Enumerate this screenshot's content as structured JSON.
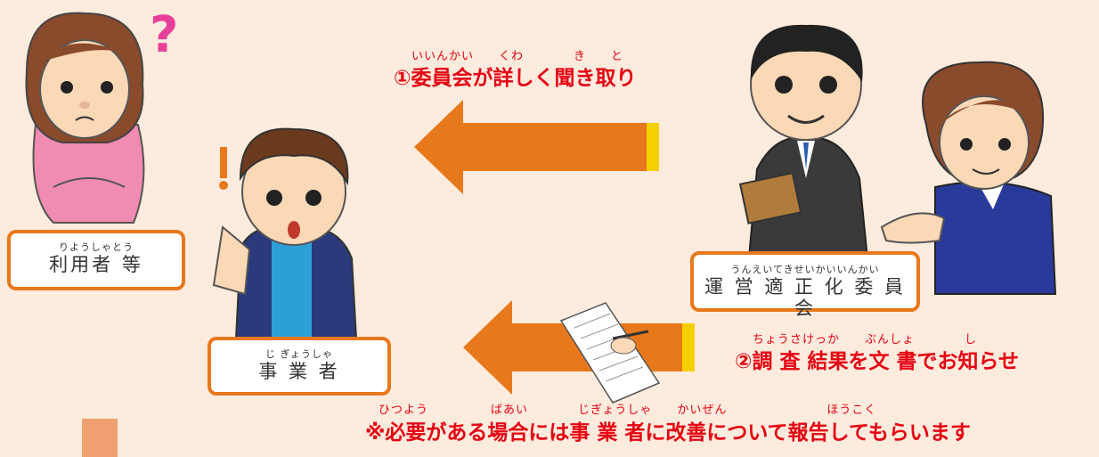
{
  "labels": {
    "user": {
      "ruby": "りようしゃとう",
      "text": "利用者 等"
    },
    "business": {
      "ruby": "じ ぎょうしゃ",
      "text": "事 業 者"
    },
    "committee": {
      "ruby": "うんえいてきせいかいいんかい",
      "text": "運 営 適 正 化 委 員 会"
    }
  },
  "steps": [
    {
      "ruby": "いいんかい　　くわ　　　　き　　と",
      "text": "①委員会が詳しく聞き取り"
    },
    {
      "ruby": "ちょうさけっか　　ぶんしょ　　　　し",
      "text": "②調 査 結果を文 書でお知らせ"
    }
  ],
  "note": {
    "ruby": "ひつよう　　　　　ばあい　　　　じぎょうしゃ　　かいぜん　　　　　　　　ほうこく",
    "text": "※必要がある場合には事 業 者に改善について報告してもらいます"
  },
  "colors": {
    "background": "#fdebdd",
    "accent": "#e8781c",
    "text_red": "#e60012"
  }
}
